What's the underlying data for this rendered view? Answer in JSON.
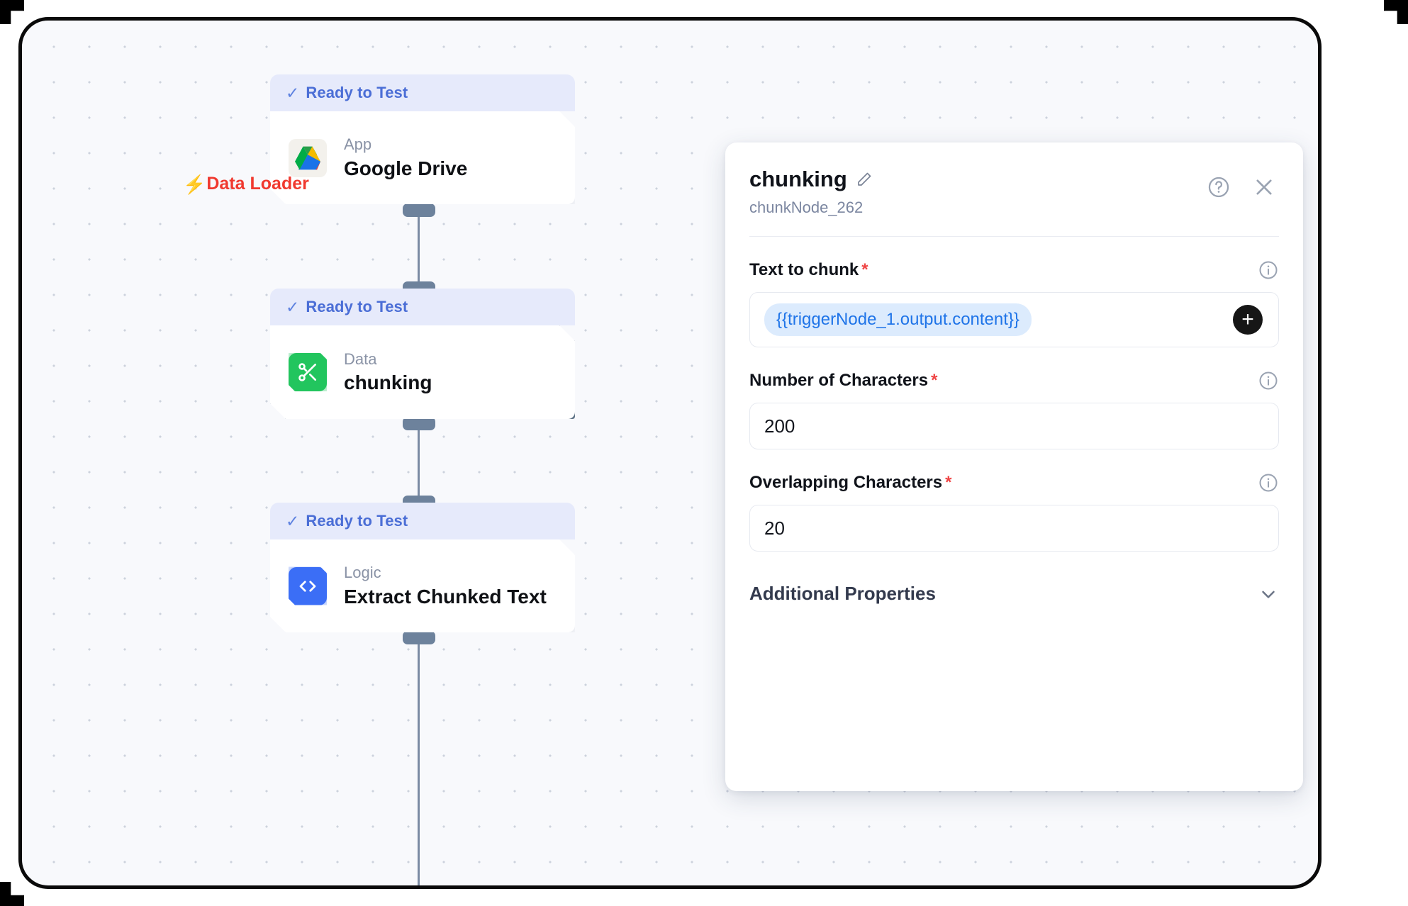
{
  "canvas": {
    "data_loader_label": "Data Loader",
    "data_loader_icon": "lightning-bolt-icon",
    "data_loader_color": "#f0392f",
    "nodes": [
      {
        "status": "Ready to Test",
        "kind": "App",
        "title": "Google Drive",
        "icon": "google-drive-icon",
        "selected": false
      },
      {
        "status": "Ready to Test",
        "kind": "Data",
        "title": "chunking",
        "icon": "scissors-icon",
        "icon_color": "#22c55e",
        "selected": true
      },
      {
        "status": "Ready to Test",
        "kind": "Logic",
        "title": "Extract Chunked Text",
        "icon": "code-brackets-icon",
        "icon_color": "#3b6ef6",
        "selected": false
      }
    ],
    "status_check_glyph": "✓",
    "edge_color": "#7b8ba3"
  },
  "panel": {
    "title": "chunking",
    "subtitle": "chunkNode_262",
    "edit_icon": "pencil-icon",
    "help_icon": "question-circle-icon",
    "close_icon": "close-icon",
    "fields": [
      {
        "label": "Text to chunk",
        "required_marker": "*",
        "type": "token",
        "value": "{{triggerNode_1.output.content}}",
        "info_icon": "info-icon",
        "add_button_glyph": "+"
      },
      {
        "label": "Number of Characters",
        "required_marker": "*",
        "type": "number",
        "value": "200",
        "info_icon": "info-icon"
      },
      {
        "label": "Overlapping Characters",
        "required_marker": "*",
        "type": "number",
        "value": "20",
        "info_icon": "info-icon"
      }
    ],
    "additional_properties": {
      "label": "Additional Properties",
      "chevron_icon": "chevron-down-icon",
      "expanded": false
    }
  },
  "colors": {
    "status_bg": "#e6eafb",
    "status_text": "#4b6ed6",
    "token_chip_bg": "#dcebfd",
    "token_chip_text": "#1f74e8",
    "required": "#ef4444",
    "canvas_bg": "#f8f9fc"
  }
}
